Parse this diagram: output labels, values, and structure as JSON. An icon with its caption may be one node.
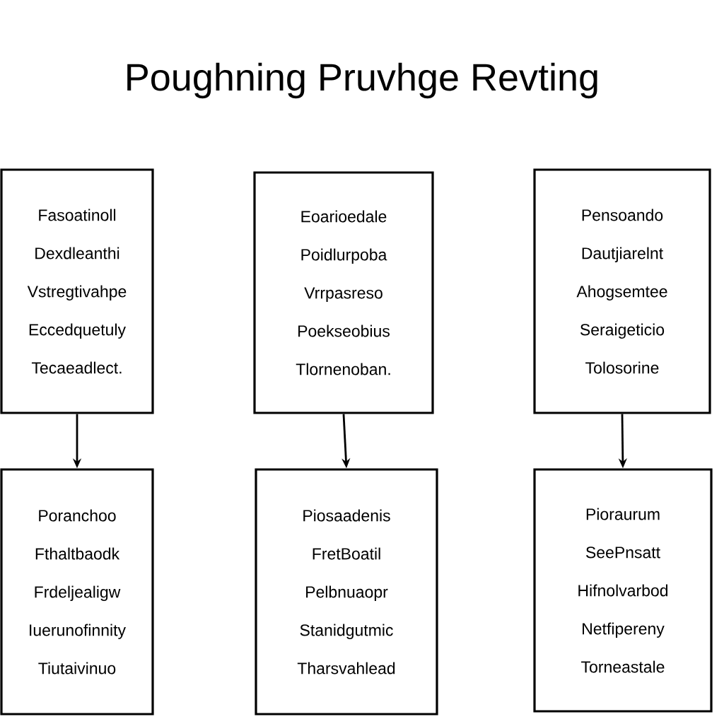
{
  "diagram": {
    "title": "Poughning Pruvhge Revting",
    "nodes": [
      {
        "text": [
          "Fasoatinoll",
          "Dexdleanthi",
          "Vstregtivahpe",
          "Eccedquetuly",
          "Tecaeadlect."
        ]
      },
      {
        "text": [
          "Eoarioedale",
          "Poidlurpoba",
          "Vrrpasreso",
          "Poekseobius",
          "Tlornenoban."
        ]
      },
      {
        "text": [
          "Pensoando",
          "Dautjiarelnt",
          "Ahogsemtee",
          "Seraigeticio",
          "Tolosorine"
        ]
      },
      {
        "text": [
          "Poranchoo",
          "Fthaltbaodk",
          "Frdeljealigw",
          "Iuerunofinnity",
          "Tiutaivinuo"
        ]
      },
      {
        "text": [
          "Piosaadenis",
          "FretBoatil",
          "Pelbnuaopr",
          "Stanidgutmic",
          "Tharsvahlead"
        ]
      },
      {
        "text": [
          "Pioraurum",
          "SeePnsatt",
          "Hifnolvarbod",
          "Netfipereny",
          "Torneastale"
        ]
      }
    ],
    "edges": [
      {
        "from": 0,
        "to": 3,
        "arrow": "to"
      },
      {
        "from": 1,
        "to": 4,
        "arrow": "to"
      },
      {
        "from": 2,
        "to": 5,
        "arrow": "to"
      }
    ]
  }
}
